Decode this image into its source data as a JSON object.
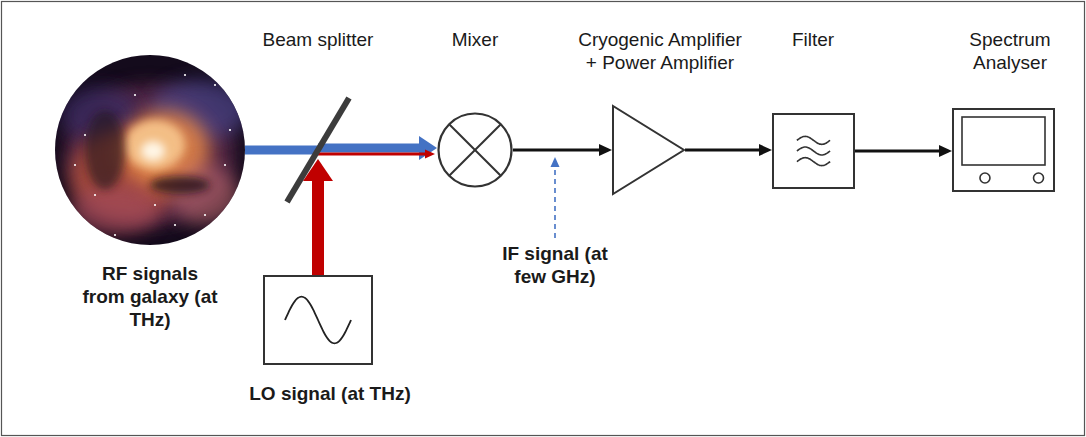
{
  "diagram": {
    "nodes": [
      {
        "text": [
          "RF signals from galaxy (at THz)"
        ]
      },
      {
        "text": [
          "Beam splitter"
        ]
      },
      {
        "text": [
          "LO signal (at THz)"
        ]
      },
      {
        "text": [
          "Mixer"
        ]
      },
      {
        "text": [
          "Cryogenic Amplifier + Power Amplifier"
        ]
      },
      {
        "text": [
          "Filter"
        ]
      },
      {
        "text": [
          "Spectrum Analyser"
        ]
      }
    ],
    "edges": [
      {
        "from": 0,
        "to": 1,
        "arrow": "none"
      },
      {
        "from": 2,
        "to": 1,
        "arrow": "to"
      },
      {
        "from": 1,
        "to": 3,
        "arrow": "to"
      },
      {
        "from": 3,
        "to": 4,
        "arrow": "to"
      },
      {
        "from": 4,
        "to": 5,
        "arrow": "to"
      },
      {
        "from": 5,
        "to": 6,
        "arrow": "to"
      }
    ],
    "labels": [
      "IF signal (at few GHz)"
    ]
  }
}
